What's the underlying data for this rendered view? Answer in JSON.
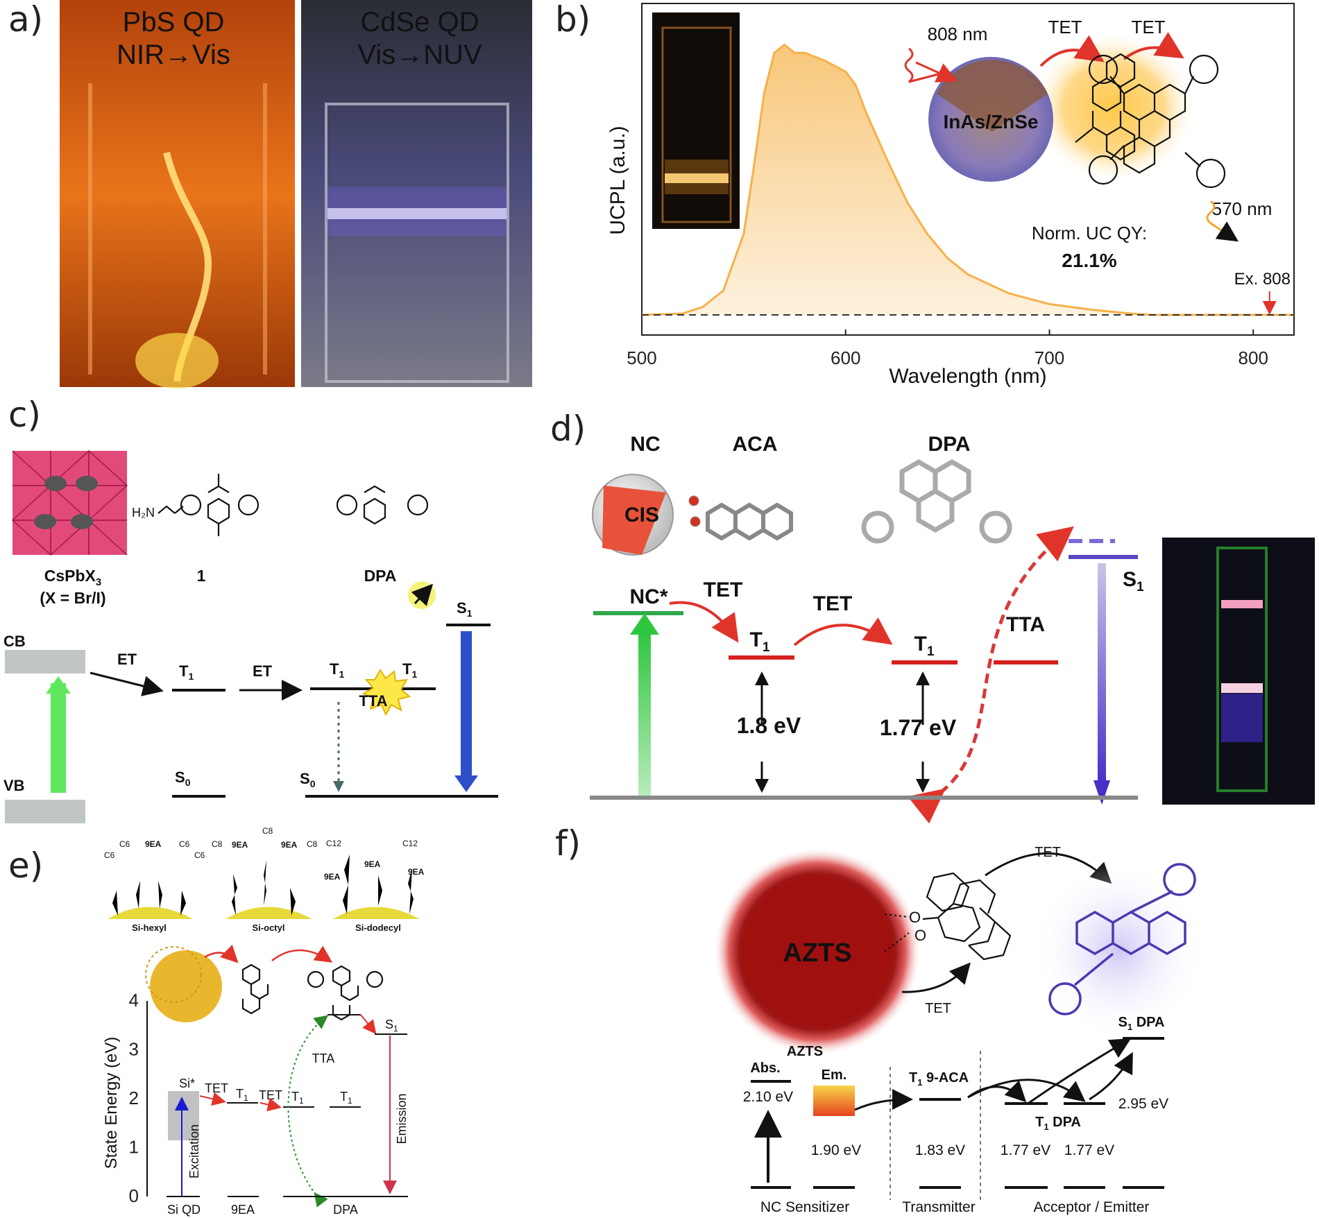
{
  "panel_labels": {
    "a": "a)",
    "b": "b)",
    "c": "c)",
    "d": "d)",
    "e": "e)",
    "f": "f)"
  },
  "panel_a": {
    "photo1_line1": "PbS QD",
    "photo1_line2": "NIR→Vis",
    "photo2_line1": "CdSe QD",
    "photo2_line2": "Vis→NUV"
  },
  "panel_b": {
    "ylabel": "UCPL (a.u.)",
    "xlabel": "Wavelength (nm)",
    "xticks": [
      "500",
      "600",
      "700",
      "800"
    ],
    "exc_label": "808 nm",
    "tet1": "TET",
    "tet2": "TET",
    "qd_label": "InAs/ZnSe",
    "emis_label": "570 nm",
    "qy_label": "Norm. UC QY:",
    "qy_value": "21.1%",
    "ex_label": "Ex. 808"
  },
  "chart_data": {
    "type": "area",
    "title": "",
    "xlabel": "Wavelength (nm)",
    "ylabel": "UCPL (a.u.)",
    "xlim": [
      500,
      820
    ],
    "ylim": [
      0,
      1.05
    ],
    "x": [
      500,
      520,
      530,
      540,
      550,
      555,
      560,
      565,
      570,
      575,
      580,
      590,
      600,
      605,
      610,
      620,
      630,
      640,
      650,
      660,
      680,
      700,
      720,
      740,
      750,
      760,
      800,
      820
    ],
    "y": [
      0.0,
      0.005,
      0.03,
      0.09,
      0.3,
      0.55,
      0.82,
      0.97,
      1.0,
      0.97,
      0.97,
      0.94,
      0.9,
      0.85,
      0.75,
      0.58,
      0.42,
      0.3,
      0.21,
      0.15,
      0.08,
      0.04,
      0.02,
      0.005,
      0.0,
      0.0,
      0.0,
      0.0
    ],
    "color": "#f6b04a",
    "baseline": "dashed"
  },
  "panel_c": {
    "mat1": "CsPbX",
    "mat1_sub": "3",
    "mat1_b": "(X = Br/I)",
    "mat2": "1",
    "mat3": "DPA",
    "h2n": "H₂N",
    "cb": "CB",
    "vb": "VB",
    "et1": "ET",
    "et2": "ET",
    "t1": "T",
    "s0": "S",
    "s1": "S",
    "sub1": "1",
    "sub0": "0",
    "tta": "TTA"
  },
  "panel_d": {
    "nc": "NC",
    "aca": "ACA",
    "dpa": "DPA",
    "cis": "CIS",
    "nc_star": "NC*",
    "tet1": "TET",
    "tet2": "TET",
    "tta": "TTA",
    "t1": "T",
    "sub1": "1",
    "s1": "S",
    "e1": "1.8 eV",
    "e2": "1.77 eV"
  },
  "panel_e": {
    "c6": "C6",
    "c8": "C8",
    "c12": "C12",
    "ea": "9EA",
    "sub1": "Si-hexyl",
    "sub2": "Si-octyl",
    "sub3": "Si-dodecyl",
    "ylabel": "State Energy (eV)",
    "yticks": [
      "0",
      "1",
      "2",
      "3",
      "4"
    ],
    "si_star": "Si*",
    "tet": "TET",
    "t1": "T",
    "sub1n": "1",
    "s1": "S",
    "tta": "TTA",
    "excitation": "Excitation",
    "emission": "Emission",
    "cat1": "Si QD",
    "cat2": "9EA",
    "cat3": "DPA"
  },
  "panel_f": {
    "azts": "AZTS",
    "tet1": "TET",
    "tet2": "TET",
    "azts_lbl": "AZTS",
    "abs": "Abs.",
    "em": "Em.",
    "e_abs": "2.10 eV",
    "e_em": "1.90 eV",
    "t1aca": "T",
    "t1aca_b": "9-ACA",
    "sub1": "1",
    "e_aca": "1.83 eV",
    "t1dpa": "DPA",
    "e_dpa1": "1.77 eV",
    "e_dpa2": "1.77 eV",
    "s1dpa": "S",
    "s1dpa_b": "DPA",
    "e_s1": "2.95 eV",
    "cat1": "NC Sensitizer",
    "cat2": "Transmitter",
    "cat3": "Acceptor / Emitter"
  }
}
